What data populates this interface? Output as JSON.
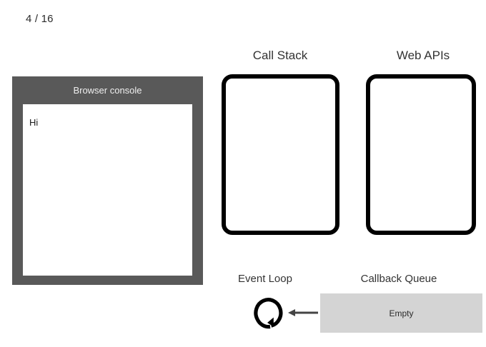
{
  "slide": {
    "counter": "4 / 16",
    "current": 4,
    "total": 16
  },
  "console": {
    "title": "Browser console",
    "lines": [
      "Hi"
    ],
    "frame_color": "#595959",
    "screen_color": "#ffffff",
    "title_color": "#efefef"
  },
  "call_stack": {
    "label": "Call Stack",
    "items": [],
    "border_color": "#000000",
    "fill_color": "#ffffff"
  },
  "web_apis": {
    "label": "Web APIs",
    "items": [],
    "border_color": "#000000",
    "fill_color": "#ffffff"
  },
  "event_loop": {
    "label": "Event Loop",
    "icon": "circular-arrow-icon",
    "icon_color": "#000000"
  },
  "callback_queue": {
    "label": "Callback Queue",
    "status": "Empty",
    "items": [],
    "fill_color": "#d4d4d4",
    "text_color": "#2a2a2a"
  },
  "arrow": {
    "name": "queue-to-loop-arrow",
    "direction": "left",
    "color": "#444444"
  }
}
